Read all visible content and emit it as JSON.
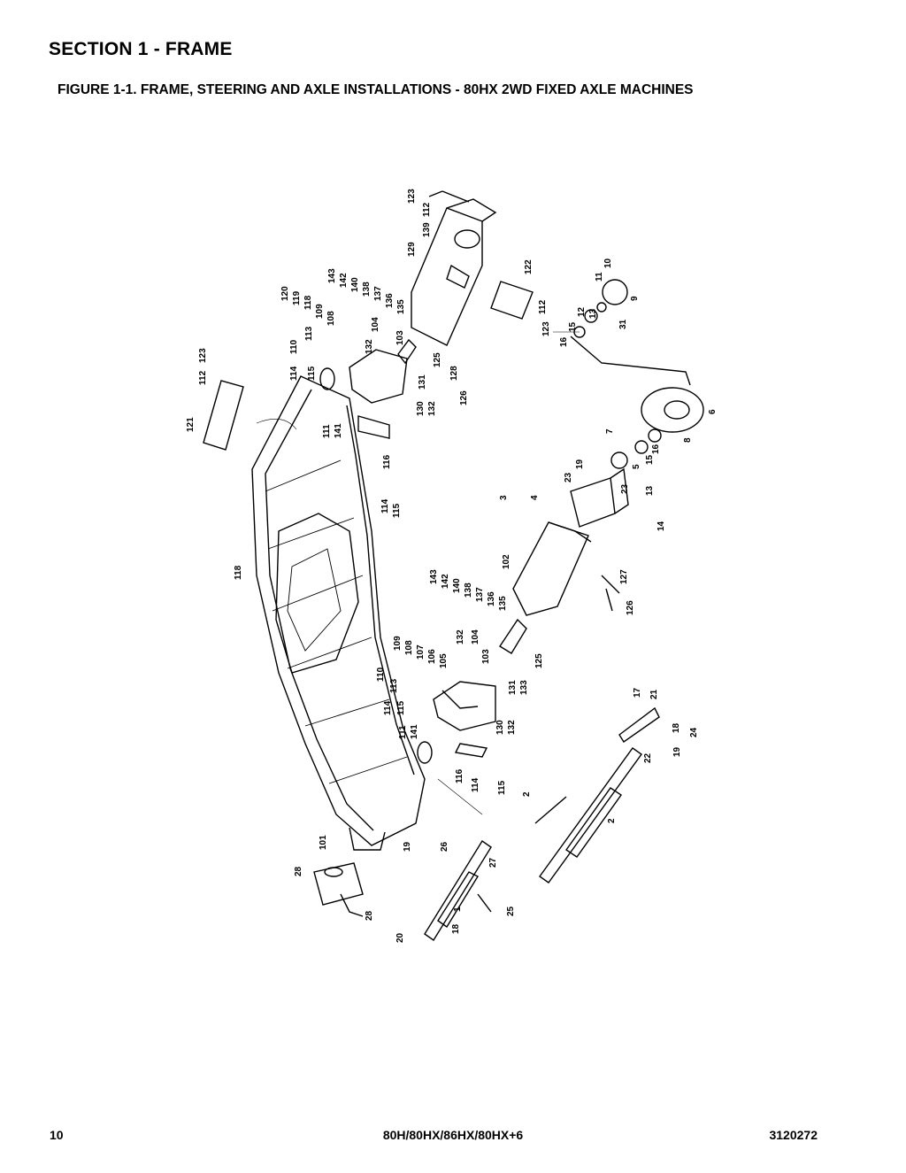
{
  "header": {
    "section_title": "SECTION 1 - FRAME",
    "figure_title": "FIGURE 1-1. FRAME, STEERING AND AXLE INSTALLATIONS - 80HX 2WD FIXED AXLE MACHINES"
  },
  "footer": {
    "page_number": "10",
    "model": "80H/80HX/86HX/80HX+6",
    "doc_number": "3120272"
  },
  "callouts": [
    "123",
    "112",
    "139",
    "129",
    "122",
    "112",
    "123",
    "120",
    "119",
    "118",
    "109",
    "108",
    "143",
    "142",
    "140",
    "138",
    "137",
    "136",
    "135",
    "132",
    "104",
    "103",
    "125",
    "128",
    "126",
    "110",
    "113",
    "114",
    "115",
    "131",
    "130",
    "132",
    "123",
    "112",
    "121",
    "111",
    "141",
    "116",
    "114",
    "115",
    "10",
    "11",
    "9",
    "12",
    "13",
    "15",
    "31",
    "16",
    "6",
    "7",
    "8",
    "16",
    "15",
    "5",
    "19",
    "23",
    "23",
    "13",
    "14",
    "3",
    "4",
    "102",
    "127",
    "126",
    "118",
    "143",
    "142",
    "140",
    "138",
    "137",
    "136",
    "135",
    "109",
    "108",
    "107",
    "106",
    "105",
    "132",
    "104",
    "103",
    "125",
    "110",
    "113",
    "114",
    "115",
    "111",
    "141",
    "131",
    "133",
    "130",
    "132",
    "17",
    "21",
    "18",
    "24",
    "22",
    "19",
    "2",
    "2",
    "116",
    "114",
    "115",
    "101",
    "19",
    "26",
    "27",
    "28",
    "28",
    "25",
    "20",
    "18",
    "1"
  ]
}
